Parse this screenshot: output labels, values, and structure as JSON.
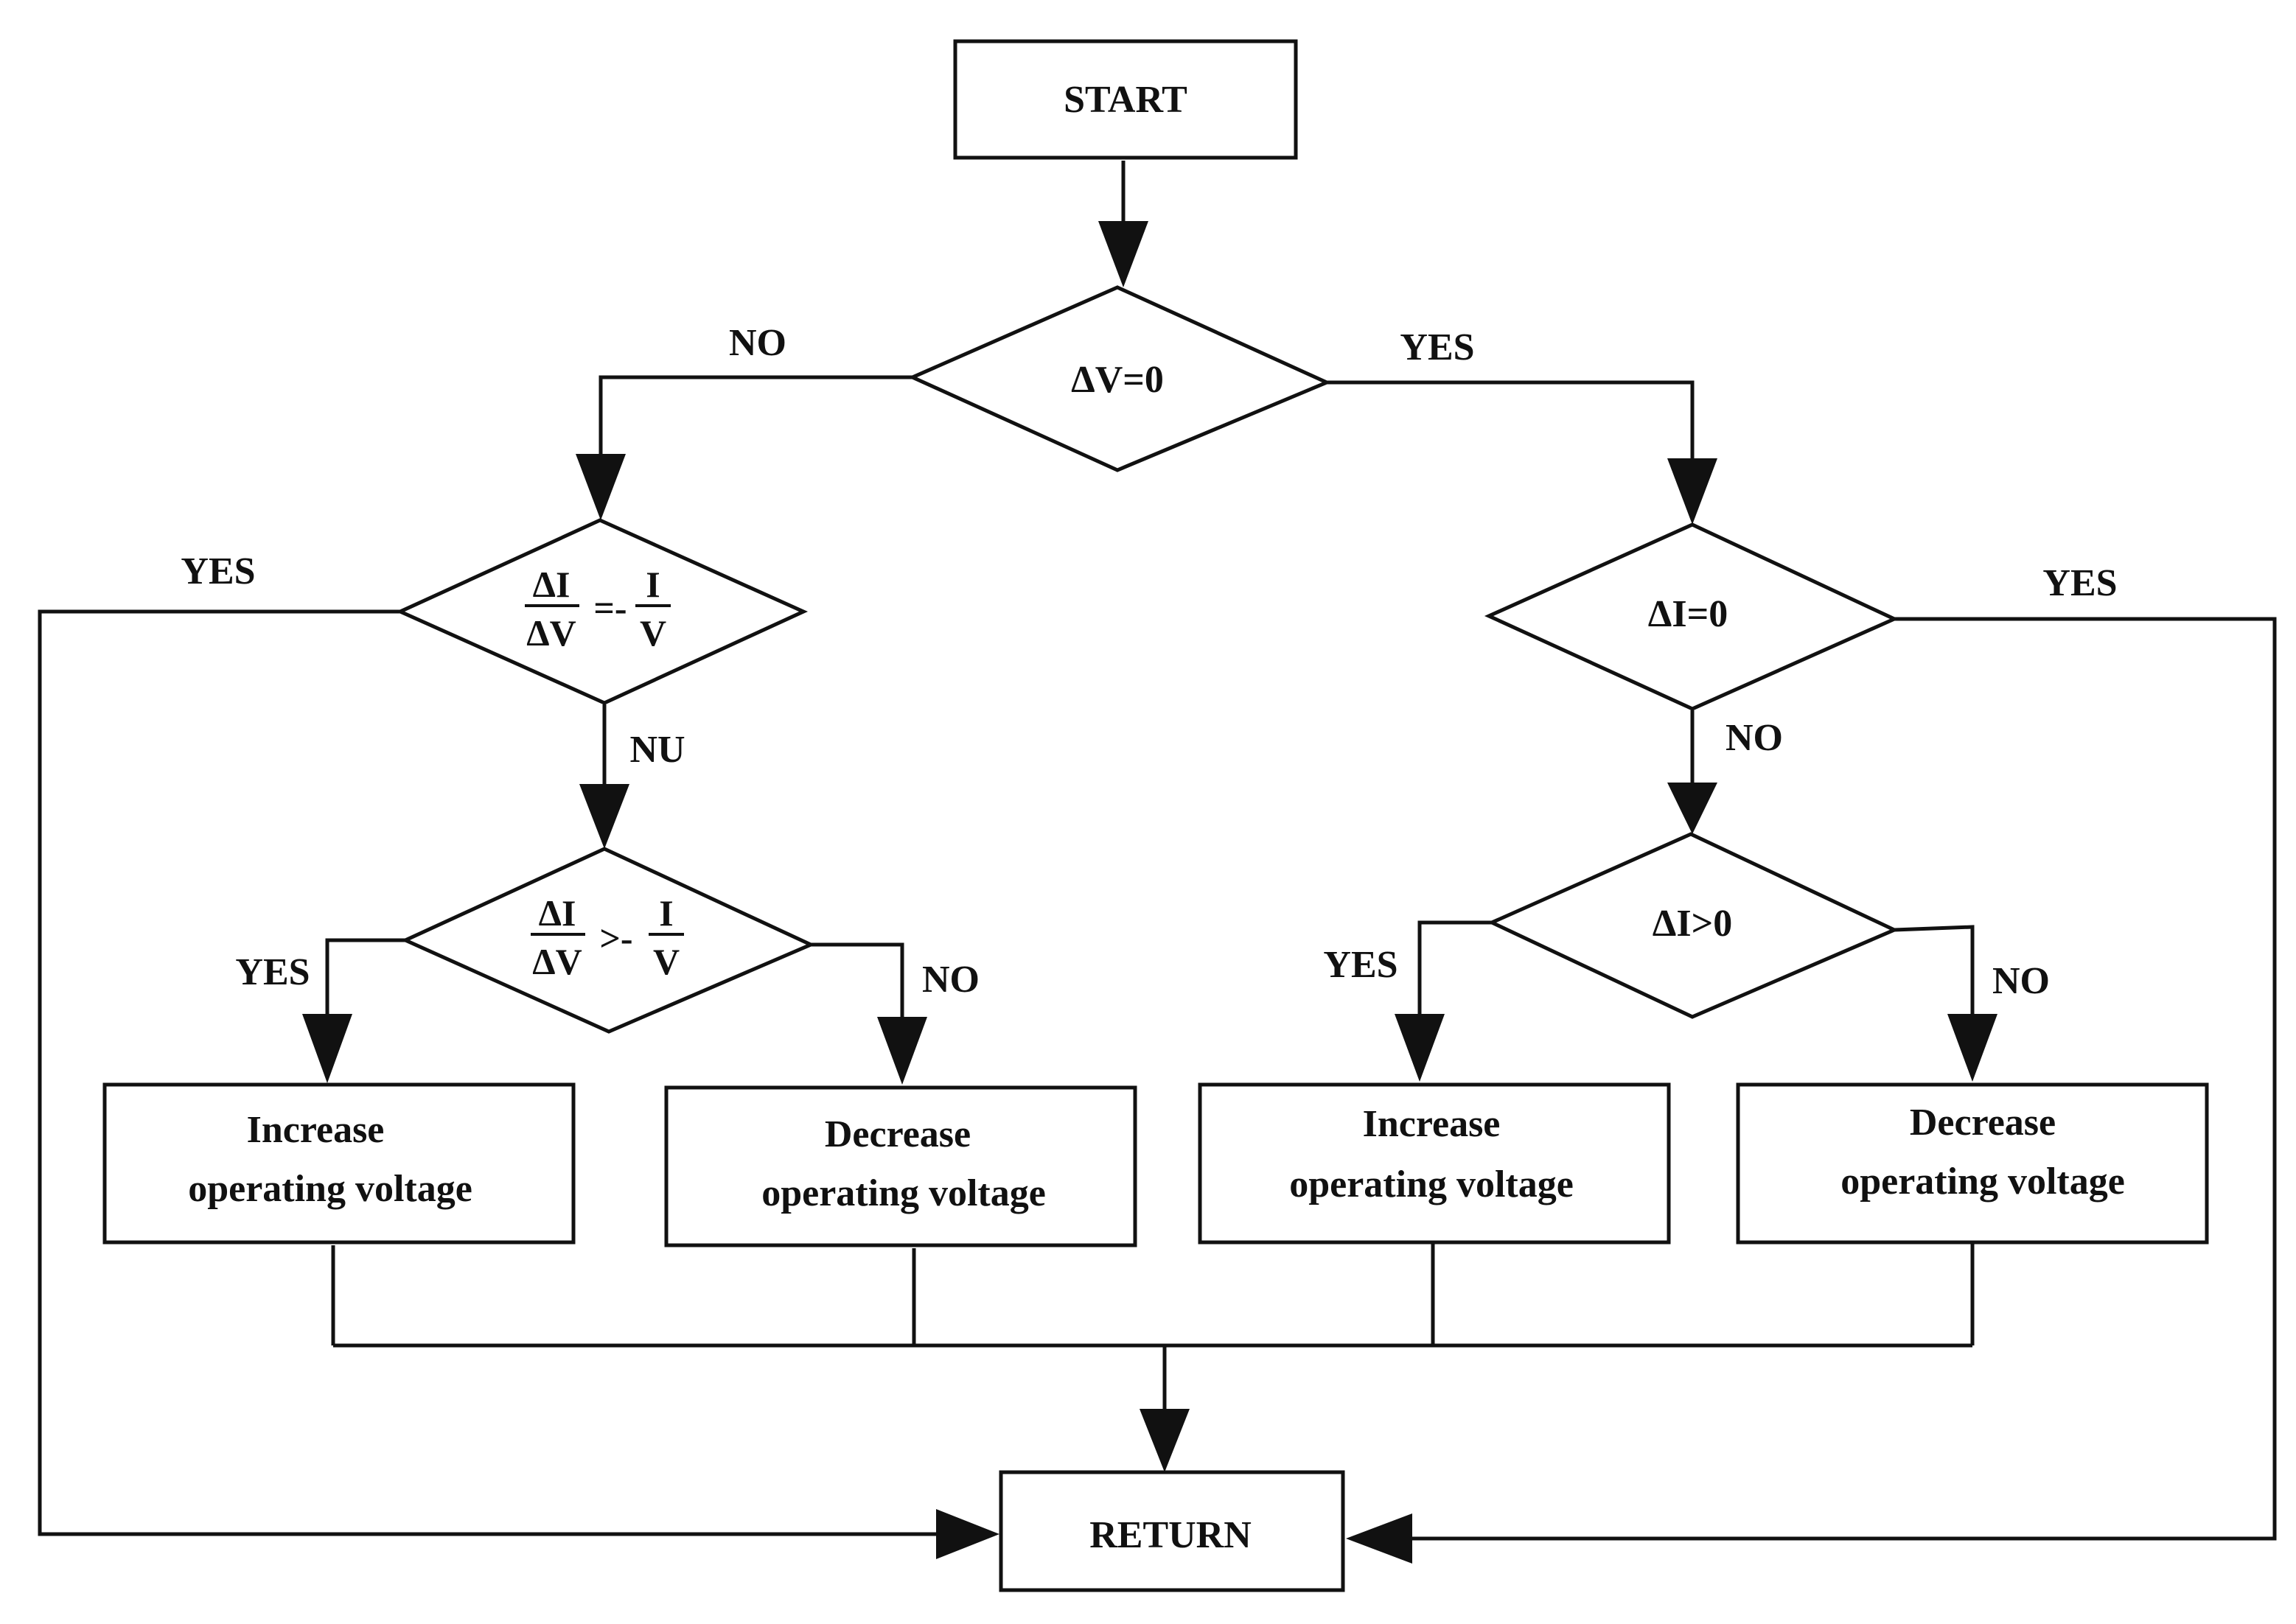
{
  "start": {
    "label": "START"
  },
  "decision_dv": {
    "label": "ΔV=0",
    "no_label": "NO",
    "yes_label": "YES"
  },
  "decision_left1": {
    "lhs_num": "ΔI",
    "lhs_den": "ΔV",
    "op": "=-",
    "rhs_num": "I",
    "rhs_den": "V",
    "yes_label": "YES",
    "no_label": "NU"
  },
  "decision_left2": {
    "lhs_num": "ΔI",
    "lhs_den": "ΔV",
    "op": ">-",
    "rhs_num": "I",
    "rhs_den": "V",
    "yes_label": "YES",
    "no_label": "NO"
  },
  "decision_right1": {
    "label": "ΔI=0",
    "yes_label": "YES",
    "no_label": "NO"
  },
  "decision_right2": {
    "label": "ΔI>0",
    "yes_label": "YES",
    "no_label": "NO"
  },
  "boxes": [
    {
      "line1": "Increase",
      "line2": "operating voltage"
    },
    {
      "line1": "Decrease",
      "line2": "operating voltage"
    },
    {
      "line1": "Increase",
      "line2": "operating voltage"
    },
    {
      "line1": "Decrease",
      "line2": "operating voltage"
    }
  ],
  "return": {
    "label": "RETURN"
  }
}
